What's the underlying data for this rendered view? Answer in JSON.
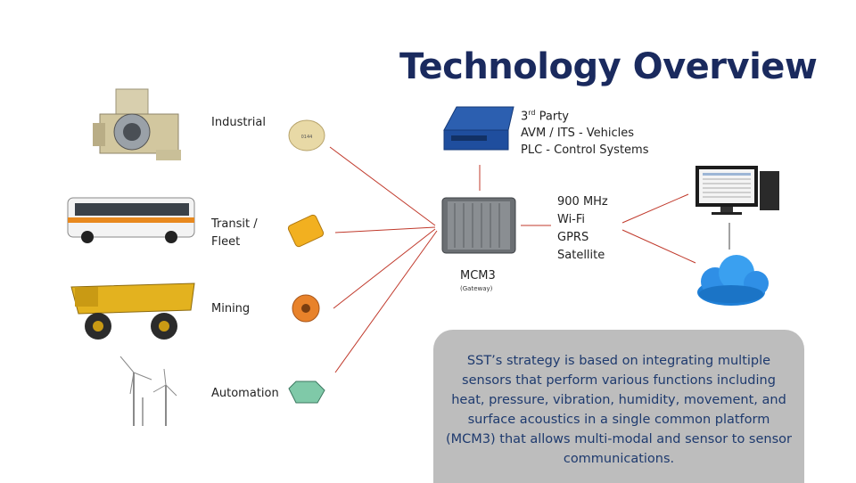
{
  "title": "Technology Overview",
  "applications": [
    {
      "label_line1": "Industrial",
      "label_line2": ""
    },
    {
      "label_line1": "Transit /",
      "label_line2": "Fleet"
    },
    {
      "label_line1": "Mining",
      "label_line2": ""
    },
    {
      "label_line1": "Automation",
      "label_line2": ""
    }
  ],
  "third_party": {
    "line1_prefix": "3",
    "line1_sup": "rd",
    "line1_suffix": " Party",
    "line2": "AVM / ITS - Vehicles",
    "line3": "PLC - Control Systems"
  },
  "gateway": {
    "name": "MCM3",
    "subtitle": "(Gateway)"
  },
  "comms": [
    "900 MHz",
    "Wi-Fi",
    "GPRS",
    "Satellite"
  ],
  "strategy_text": "SST’s strategy is based on integrating multiple sensors that perform various functions including heat, pressure, vibration, humidity, movement, and surface acoustics in a single common platform (MCM3) that allows multi-modal and sensor to sensor  communications.",
  "colors": {
    "title": "#1a2a5e",
    "lines": "#c0392b",
    "strategy_text": "#1e3a6e",
    "box": "#bdbdbd"
  }
}
